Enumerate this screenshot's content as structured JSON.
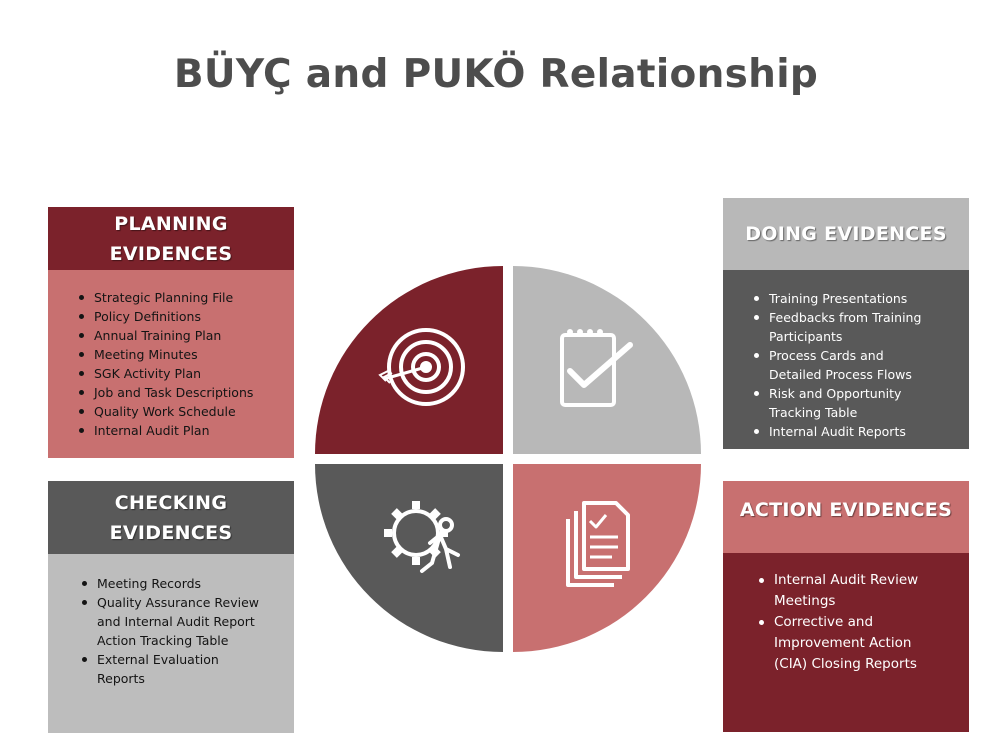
{
  "title": "BÜYÇ and PUKÖ Relationship",
  "colors": {
    "maroon": "#7b222b",
    "rose": "#c87070",
    "dark_gray": "#595959",
    "light_gray": "#bdbdbd",
    "title_gray": "#4d4d4d"
  },
  "planning": {
    "heading": "PLANNING\nEVIDENCES",
    "items": [
      "Strategic Planning File",
      "Policy Definitions",
      "Annual Training Plan",
      "Meeting Minutes",
      "SGK Activity Plan",
      "Job and Task Descriptions",
      "Quality Work Schedule",
      "Internal Audit Plan"
    ]
  },
  "checking": {
    "heading": "CHECKING\nEVIDENCES",
    "items": [
      "Meeting Records",
      "Quality Assurance Review and Internal Audit Report Action Tracking Table",
      "External Evaluation Reports"
    ]
  },
  "doing": {
    "heading": "DOING EVIDENCES",
    "items": [
      "Training Presentations",
      "Feedbacks from Training Participants",
      "Process Cards and Detailed Process Flows",
      "Risk and Opportunity Tracking Table",
      "Internal Audit Reports"
    ]
  },
  "action": {
    "heading": "ACTION EVIDENCES",
    "items": [
      "Internal Audit Review Meetings",
      "Corrective and Improvement Action (CIA) Closing Reports"
    ]
  },
  "wheel_icons": [
    "target-icon",
    "checklist-icon",
    "gear-runner-icon",
    "document-stack-icon"
  ]
}
